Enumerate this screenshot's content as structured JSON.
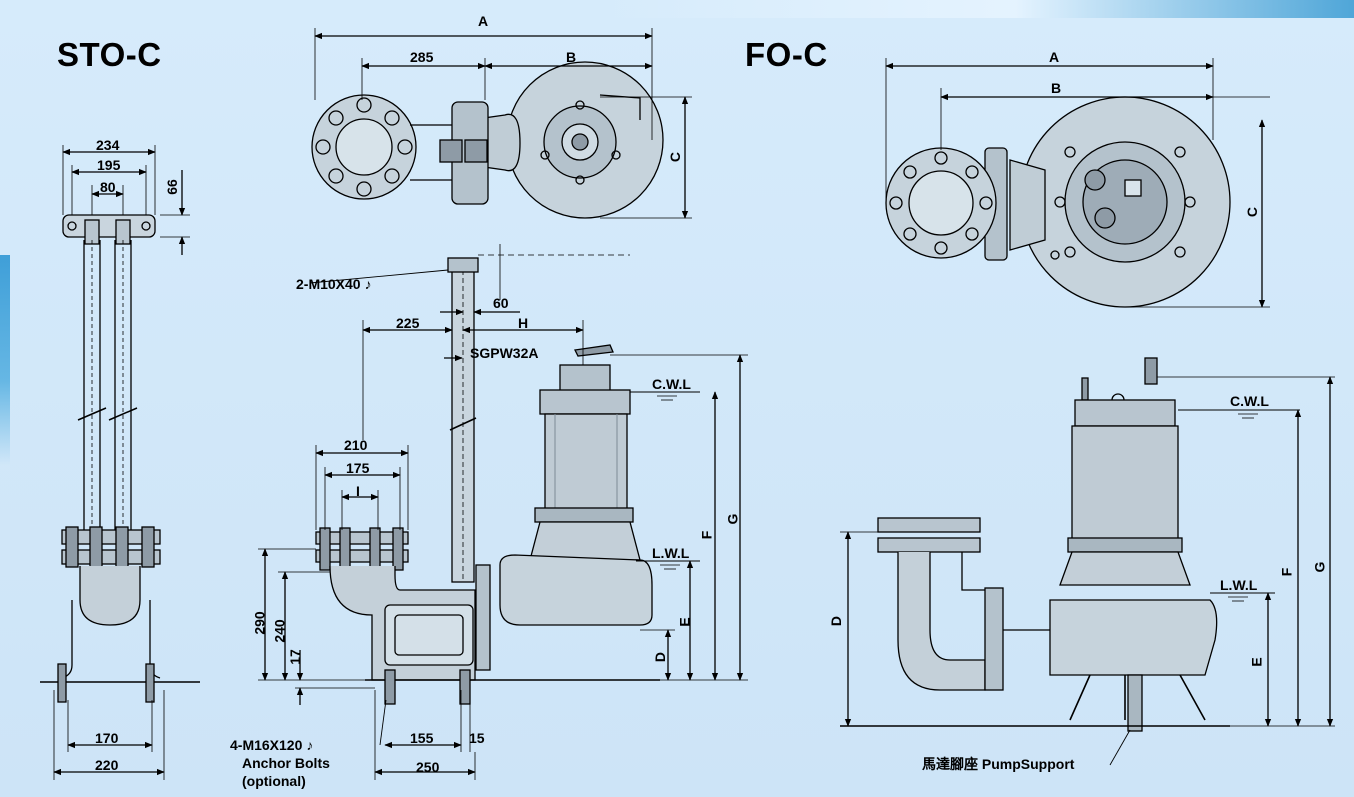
{
  "titles": {
    "sto": "STO-C",
    "fo": "FO-C"
  },
  "sto_side": {
    "dim_234": "234",
    "dim_195": "195",
    "dim_80": "80",
    "dim_66": "66",
    "dim_170": "170",
    "dim_220": "220"
  },
  "sto_top": {
    "dim_a": "A",
    "dim_285": "285",
    "dim_b": "B",
    "dim_c": "C"
  },
  "sto_front": {
    "bolt_note": "2-M10X40",
    "dim_60": "60",
    "dim_225": "225",
    "dim_h": "H",
    "guide_note": "SGPW32A",
    "cwl": "C.W.L",
    "lwl": "L.W.L",
    "dim_210": "210",
    "dim_175": "175",
    "dim_i": "I",
    "dim_290": "290",
    "dim_240": "240",
    "dim_17": "17",
    "dim_d": "D",
    "dim_e": "E",
    "dim_f": "F",
    "dim_g": "G",
    "anchor_note": "4-M16X120",
    "anchor_label": "Anchor Bolts",
    "anchor_optional": "(optional)",
    "dim_155": "155",
    "dim_15": "15",
    "dim_250": "250"
  },
  "fo_top": {
    "dim_a": "A",
    "dim_b": "B",
    "dim_c": "C"
  },
  "fo_front": {
    "cwl": "C.W.L",
    "lwl": "L.W.L",
    "dim_d": "D",
    "dim_e": "E",
    "dim_f": "F",
    "dim_g": "G",
    "support_label": "馬達腳座 PumpSupport"
  },
  "colors": {
    "background": "#cfe5f7",
    "line": "#000000",
    "part_fill": "#b8c5cf",
    "part_dark": "#7b8a96"
  }
}
